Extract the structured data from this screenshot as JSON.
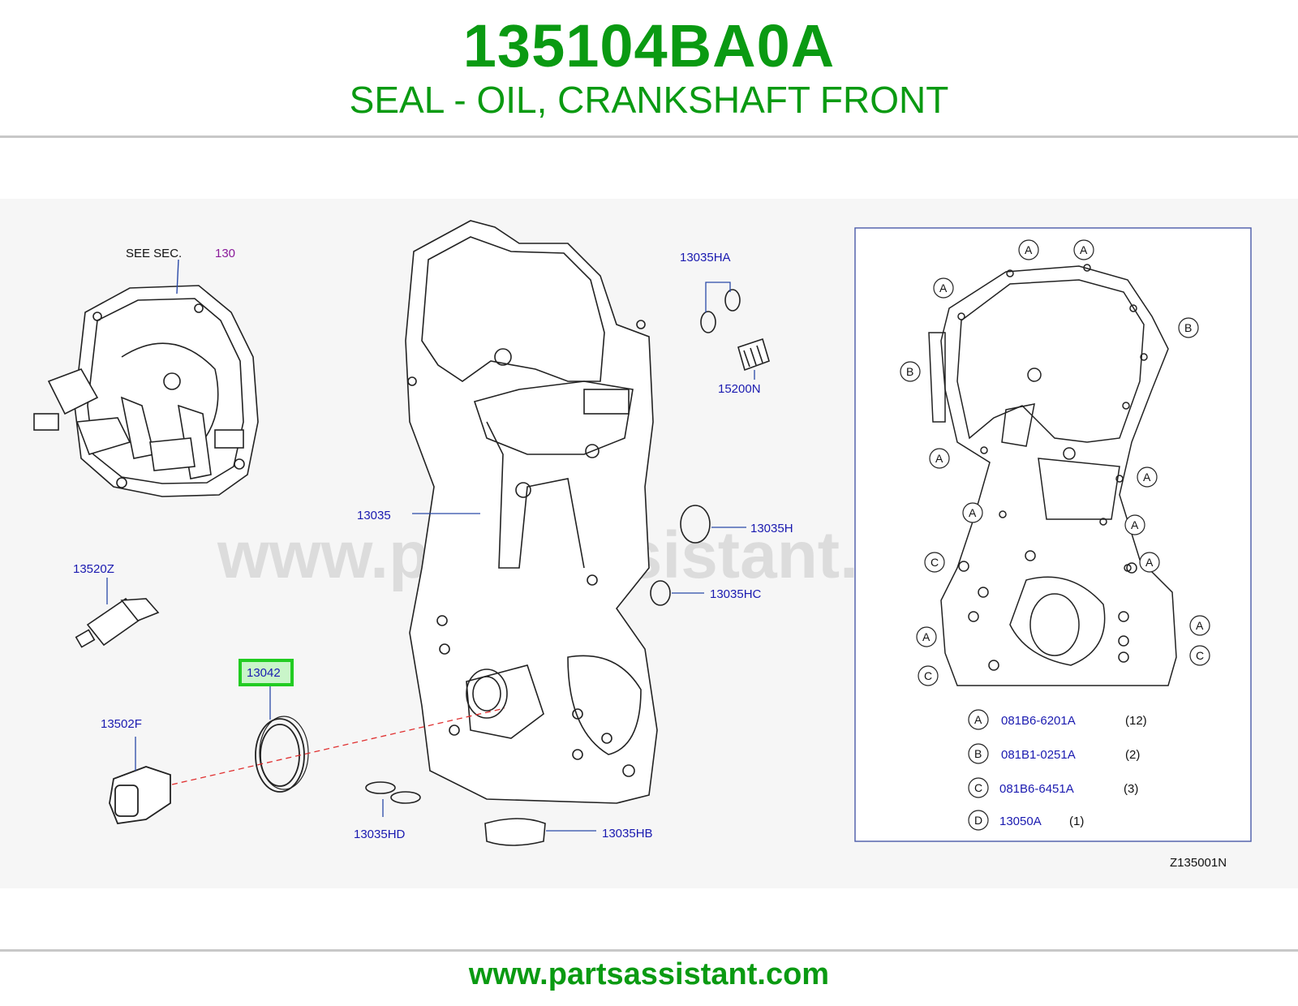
{
  "header": {
    "part_number": "135104BA0A",
    "part_name": "SEAL - OIL, CRANKSHAFT FRONT"
  },
  "watermark": "www.partsassistant.com",
  "diagram": {
    "see_sec": {
      "prefix": "SEE SEC.",
      "section": "130"
    },
    "callouts": {
      "c13035HA": "13035HA",
      "c15200N": "15200N",
      "c13035": "13035",
      "c13035H": "13035H",
      "c13035HC": "13035HC",
      "c13520Z": "13520Z",
      "c13042": "13042",
      "c13502F": "13502F",
      "c13035HD": "13035HD",
      "c13035HB": "13035HB"
    },
    "highlighted_part": "13042",
    "figure_code": "Z135001N",
    "inset_markers": [
      {
        "letter": "A"
      },
      {
        "letter": "A"
      },
      {
        "letter": "A"
      },
      {
        "letter": "B"
      },
      {
        "letter": "B"
      },
      {
        "letter": "A"
      },
      {
        "letter": "A"
      },
      {
        "letter": "A"
      },
      {
        "letter": "A"
      },
      {
        "letter": "C"
      },
      {
        "letter": "A"
      },
      {
        "letter": "A"
      },
      {
        "letter": "A"
      },
      {
        "letter": "C"
      },
      {
        "letter": "C"
      }
    ],
    "legend": [
      {
        "letter": "A",
        "part": "081B6-6201A",
        "qty": "(12)"
      },
      {
        "letter": "B",
        "part": "081B1-0251A",
        "qty": "(2)"
      },
      {
        "letter": "C",
        "part": "081B6-6451A",
        "qty": "(3)"
      },
      {
        "letter": "D",
        "part": "13050A",
        "qty": "(1)"
      }
    ]
  },
  "footer": {
    "url": "www.partsassistant.com"
  },
  "colors": {
    "brand_green": "#0a9a12",
    "callout_blue": "#1a1ab0",
    "highlight_green": "#22cc22"
  }
}
